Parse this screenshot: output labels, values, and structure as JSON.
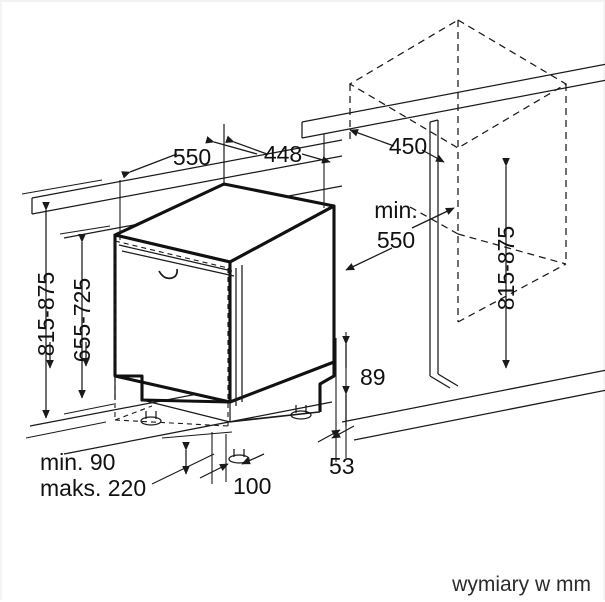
{
  "drawing": {
    "title": "Dishwasher installation dimension drawing",
    "caption": "wymiary w mm",
    "units": "mm",
    "line_color": "#1a1a1a",
    "background_color": "#ffffff",
    "dimensions": {
      "appliance_depth": "550",
      "appliance_width": "448",
      "niche_width": "450",
      "niche_depth_min": "min.",
      "niche_depth_min_value": "550",
      "height_range_left_outer": "815-875",
      "height_range_left_inner": "655-725",
      "height_range_right": "815-875",
      "plinth_height": "89",
      "plinth_recess": "53",
      "foot_inset": "100",
      "aperture_min": "min. 90",
      "aperture_max": "maks. 220"
    }
  }
}
